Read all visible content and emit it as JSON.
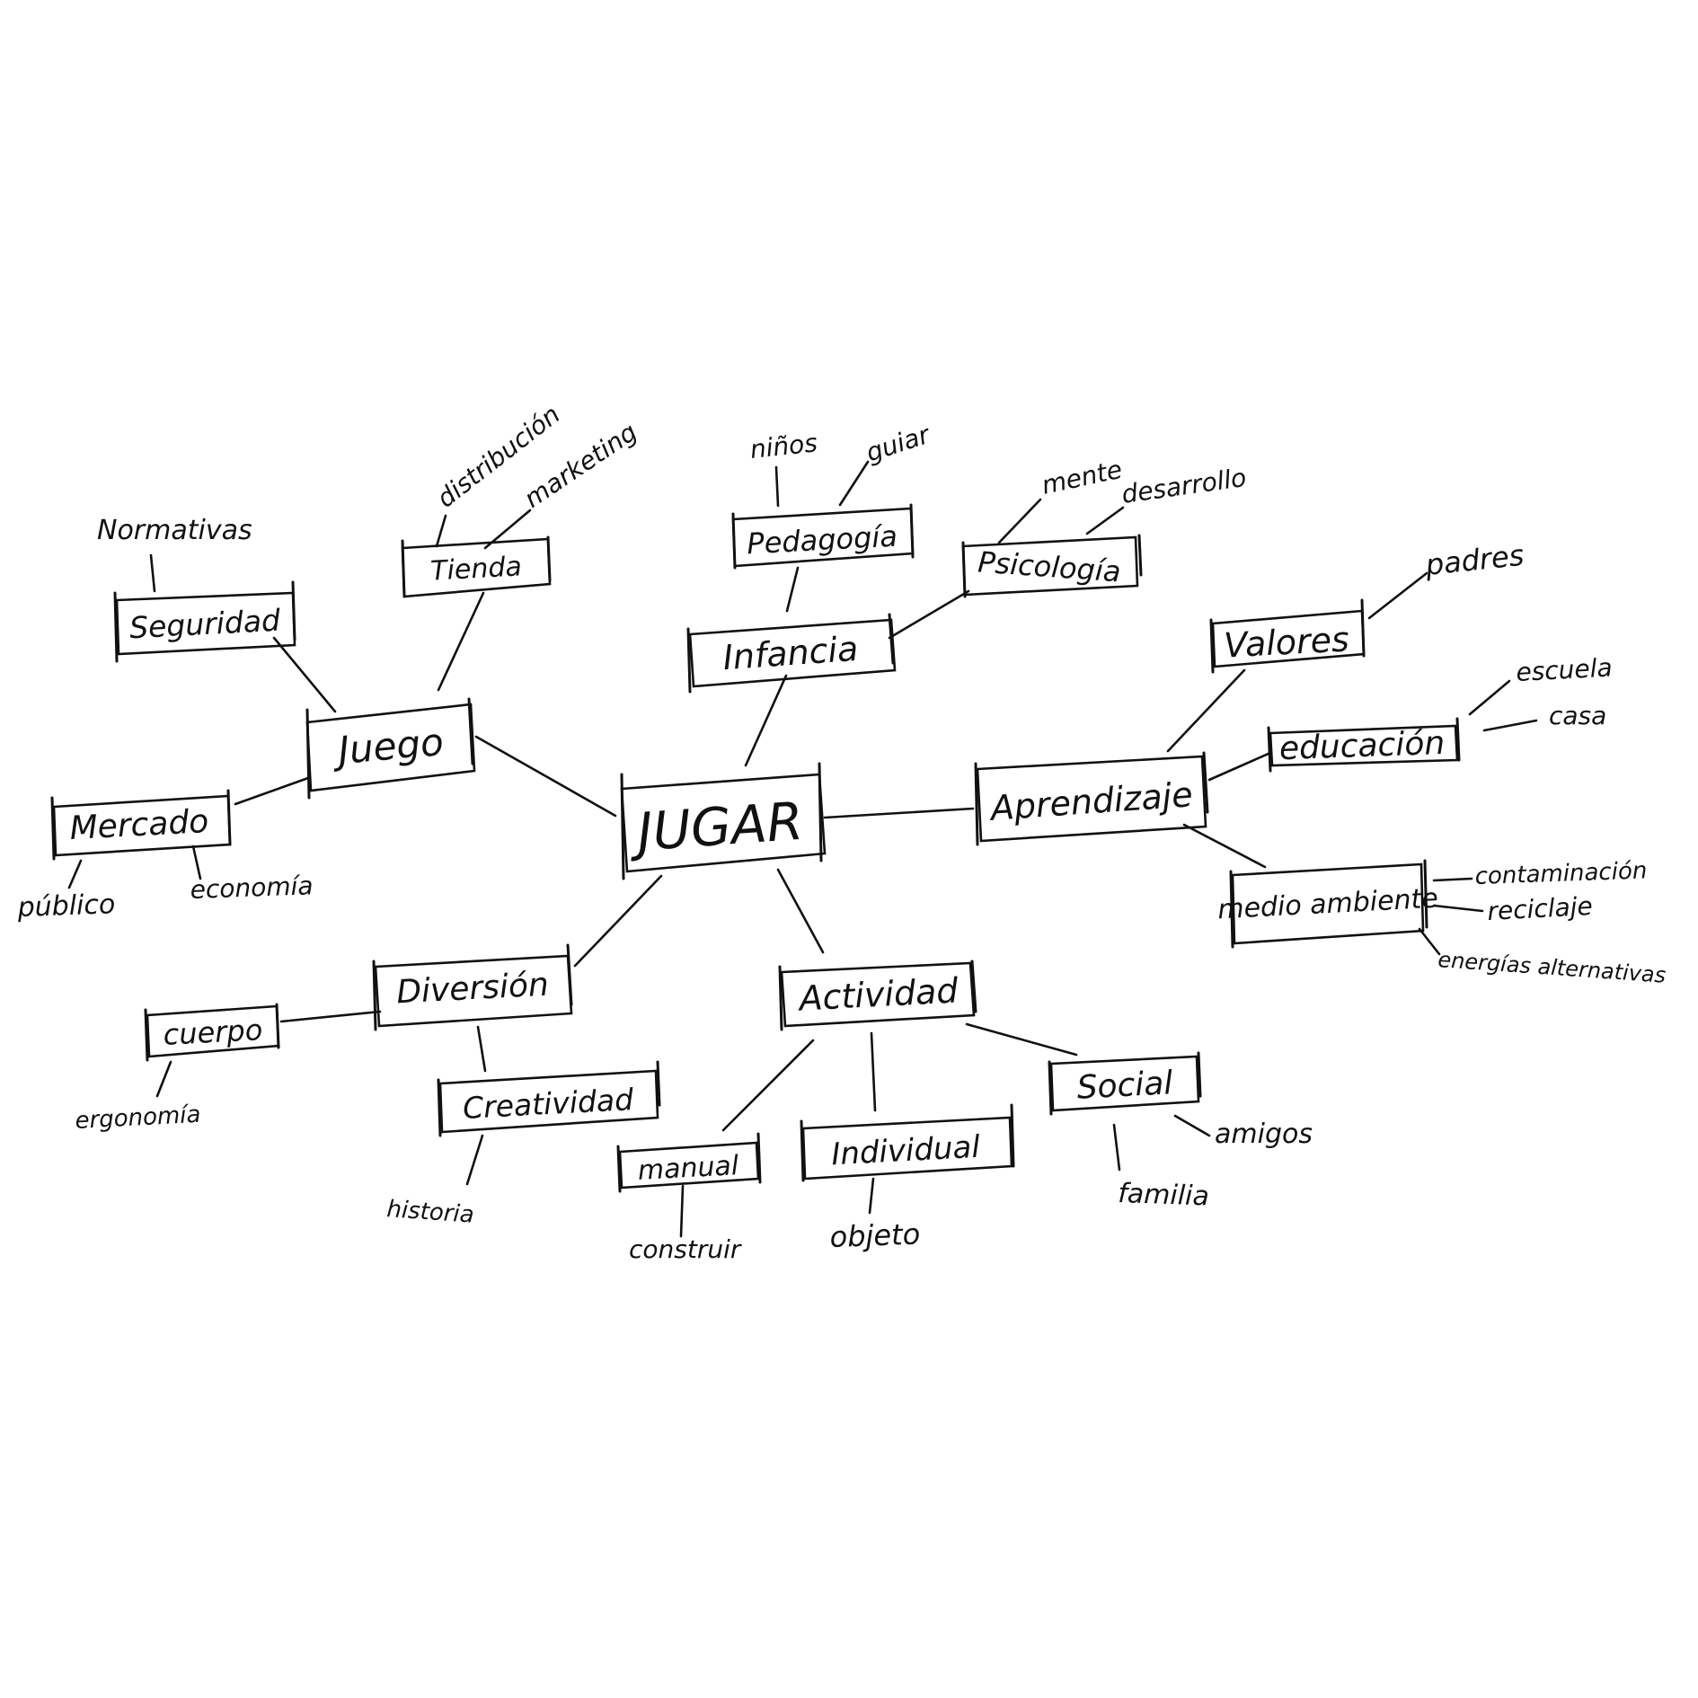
{
  "diagram": {
    "type": "mind-map",
    "center": "JUGAR",
    "nodes": {
      "jugar": "JUGAR",
      "juego": "Juego",
      "seguridad": "Seguridad",
      "normativas": "Normativas",
      "tienda": "Tienda",
      "distribucion": "distribución",
      "marketing": "marketing",
      "mercado": "Mercado",
      "publico": "público",
      "economia": "economía",
      "infancia": "Infancia",
      "pedagogia": "Pedagogía",
      "ninos": "niños",
      "guiar": "guiar",
      "psicologia": "Psicología",
      "mente": "mente",
      "desarrollo": "desarrollo",
      "aprendizaje": "Aprendizaje",
      "valores": "Valores",
      "padres": "padres",
      "educacion": "educación",
      "escuela": "escuela",
      "casa": "casa",
      "medio_ambiente": "medio ambiente",
      "contaminacion": "contaminación",
      "reciclaje": "reciclaje",
      "energias": "energías alternativas",
      "diversion": "Diversión",
      "cuerpo": "cuerpo",
      "ergonomia": "ergonomía",
      "creatividad": "Creatividad",
      "historia": "historia",
      "actividad": "Actividad",
      "manual": "manual",
      "construir": "construir",
      "individual": "Individual",
      "objeto": "objeto",
      "social": "Social",
      "amigos": "amigos",
      "familia": "familia"
    }
  }
}
